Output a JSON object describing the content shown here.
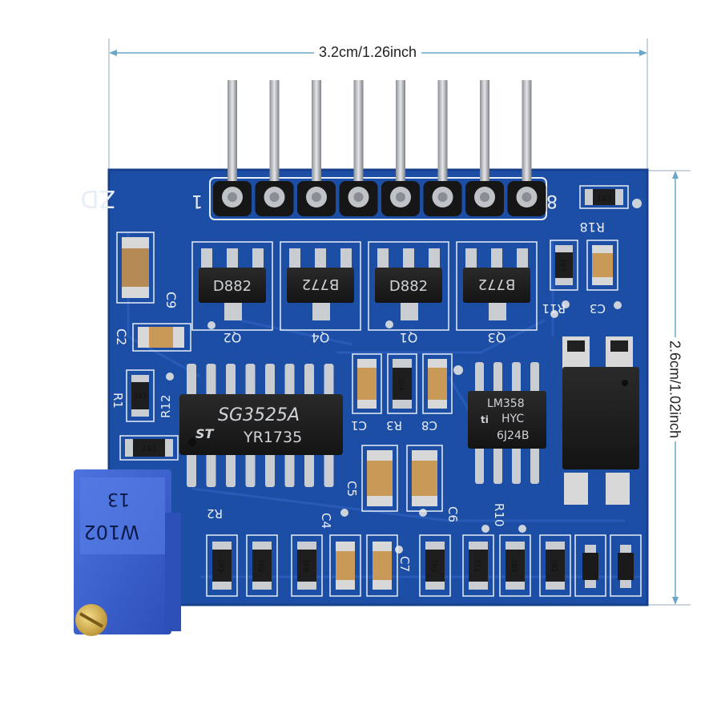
{
  "dimensions": {
    "width_label": "3.2cm/1.26inch",
    "height_label": "2.6cm/1.02inch"
  },
  "colors": {
    "pcb": "#1d4ea6",
    "pcb_dark": "#16408c",
    "silkscreen": "#e8eef7",
    "chip": "#1b1b1b",
    "pin": "#c9ccd0",
    "dimension_line": "#6aa6c8",
    "potentiometer": "#3b5fd0"
  },
  "header": {
    "pin1_label": "1",
    "pin8_label": "8",
    "board_label": "ZD",
    "pin_count": 8
  },
  "transistors": [
    {
      "marking": "D882",
      "ref": "Q2"
    },
    {
      "marking": "B772",
      "ref": "Q4"
    },
    {
      "marking": "D882",
      "ref": "Q1"
    },
    {
      "marking": "B772",
      "ref": "Q3"
    }
  ],
  "ics": {
    "pwm": {
      "line1": "SG3525A",
      "line2": "YR1735"
    },
    "opamp": {
      "line1": "LM358",
      "line2": "HYC",
      "line3": "6J24B"
    }
  },
  "potentiometer": {
    "line1": "13",
    "line2": "W102"
  },
  "resistors": {
    "r18": "103",
    "r_right": "103",
    "r1": "103",
    "r12": "103",
    "r3": "104",
    "bottom": [
      "103",
      "202",
      "300",
      "103",
      "512",
      "103",
      "102"
    ]
  },
  "silk_labels": {
    "c9": "C9",
    "c2": "C2",
    "r1": "R1",
    "r12": "R12",
    "r18": "R18",
    "r11": "R11",
    "c3": "C3",
    "c1": "C1",
    "r3": "R3",
    "c8": "C8",
    "c5": "C5",
    "c6": "C6",
    "r10": "R10",
    "r2": "R2",
    "c4": "C4",
    "c7": "C7"
  }
}
